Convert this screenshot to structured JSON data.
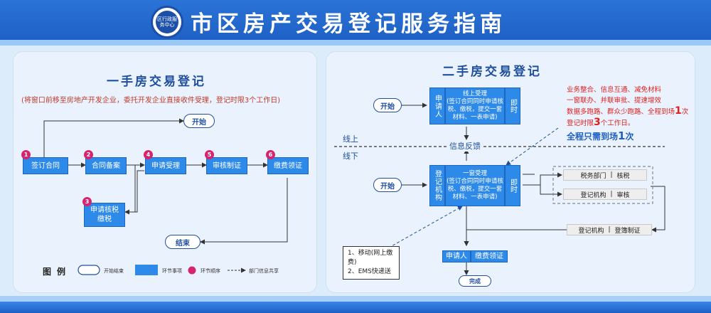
{
  "header": {
    "title": "市区房产交易登记服务指南",
    "logo_text": "区行政服务中心"
  },
  "left": {
    "title": "一手房交易登记",
    "note": "(将窗口前移至房地产开发企业，委托开发企业直接收件受理，登记时限3个工作日)",
    "start": "开始",
    "end": "结束",
    "steps": [
      {
        "num": "1",
        "label": "签订合同"
      },
      {
        "num": "2",
        "label": "合同备案"
      },
      {
        "num": "3",
        "label": "申请核税\n缴税"
      },
      {
        "num": "4",
        "label": "申请受理"
      },
      {
        "num": "5",
        "label": "审核制证"
      },
      {
        "num": "6",
        "label": "缴费领证"
      }
    ],
    "legend": {
      "label": "图例",
      "items": [
        "开始结束",
        "环节事项",
        "环节顺序",
        "部门信息共享"
      ]
    }
  },
  "right": {
    "title": "二手房交易登记",
    "online_label": "线上",
    "offline_label": "线下",
    "feedback": "信息反馈",
    "start_online": "开始",
    "start_offline": "开始",
    "online_box": {
      "left": "申请人",
      "center": "线上受理\n(签订合同同时申请核税、缴税，提交一套材料、一表申请)",
      "right": "即时"
    },
    "offline_box": {
      "left": "登记机构",
      "center": "一窗受理\n(签订合同同时申请核税、缴税，提交一套材料、一表申请)",
      "right": "即时"
    },
    "departments": [
      {
        "name": "税务部门",
        "task": "核税"
      },
      {
        "name": "登记机构",
        "task": "审核"
      },
      {
        "name": "登记机构",
        "task": "登簿制证"
      }
    ],
    "bottom_box": {
      "left": "申请人",
      "right": "缴费领证"
    },
    "done": "完成",
    "delivery": [
      "1、移动(网上缴费)",
      "2、EMS快递送"
    ],
    "benefits": {
      "line1": "业务整合、信息互通、减免材料",
      "line2": "一窗联办、并联审批、提速增效",
      "line3a": "数据多跑路、群众少跑路、全程到场",
      "line3b": "1",
      "line3c": "次",
      "line4a": "登记时限",
      "line4b": "3",
      "line4c": "个工作日。",
      "highlight_a": "全程只需到场",
      "highlight_b": "1",
      "highlight_c": "次"
    }
  },
  "colors": {
    "primary": "#2e8ae8",
    "header": "#1d5fc4",
    "badge": "#d6246e",
    "accent_red": "#e02020"
  }
}
